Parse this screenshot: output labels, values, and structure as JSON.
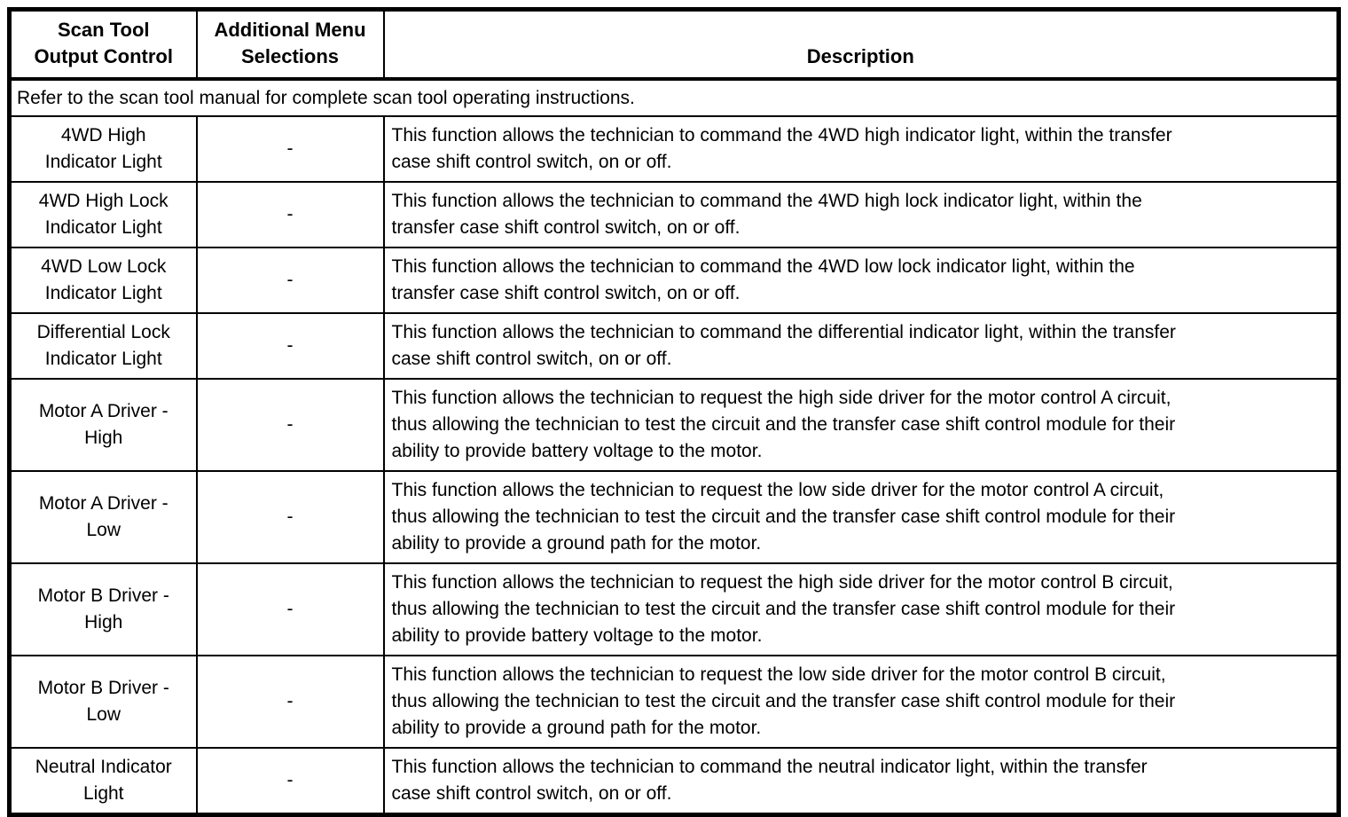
{
  "table": {
    "headers": [
      "Scan Tool\nOutput Control",
      "Additional Menu\nSelections",
      "Description"
    ],
    "note": "Refer to the scan tool manual for complete scan tool operating instructions.",
    "rows": [
      {
        "control": "4WD High\nIndicator Light",
        "menu": "-",
        "description": "This function allows the technician to command the 4WD high indicator light, within the transfer\ncase shift control switch, on or off."
      },
      {
        "control": "4WD High Lock\nIndicator Light",
        "menu": "-",
        "description": "This function allows the technician to command the 4WD high lock indicator light, within the\ntransfer case shift control switch, on or off."
      },
      {
        "control": "4WD Low Lock\nIndicator Light",
        "menu": "-",
        "description": "This function allows the technician to command the 4WD low lock indicator light, within the\ntransfer case shift control switch, on or off."
      },
      {
        "control": "Differential Lock\nIndicator Light",
        "menu": "-",
        "description": "This function allows the technician to command the differential indicator light, within the transfer\ncase shift control switch, on or off."
      },
      {
        "control": "Motor A Driver -\nHigh",
        "menu": "-",
        "description": "This function allows the technician to request the high side driver for the motor control A circuit,\nthus allowing the technician to test the circuit and the transfer case shift control module for their\nability to provide battery voltage to the motor."
      },
      {
        "control": "Motor A Driver -\nLow",
        "menu": "-",
        "description": "This function allows the technician to request the low side driver for the motor control A circuit,\nthus allowing the technician to test the circuit and the transfer case shift control module for their\nability to provide a ground path for the motor."
      },
      {
        "control": "Motor B Driver -\nHigh",
        "menu": "-",
        "description": "This function allows the technician to request the high side driver for the motor control B circuit,\nthus allowing the technician to test the circuit and the transfer case shift control module for their\nability to provide battery voltage to the motor."
      },
      {
        "control": "Motor B Driver -\nLow",
        "menu": "-",
        "description": "This function allows the technician to request the low side driver for the motor control B circuit,\nthus allowing the technician to test the circuit and the transfer case shift control module for their\nability to provide a ground path for the motor."
      },
      {
        "control": "Neutral Indicator\nLight",
        "menu": "-",
        "description": "This function allows the technician to command the neutral indicator light, within the transfer\ncase shift control switch, on or off."
      }
    ]
  }
}
